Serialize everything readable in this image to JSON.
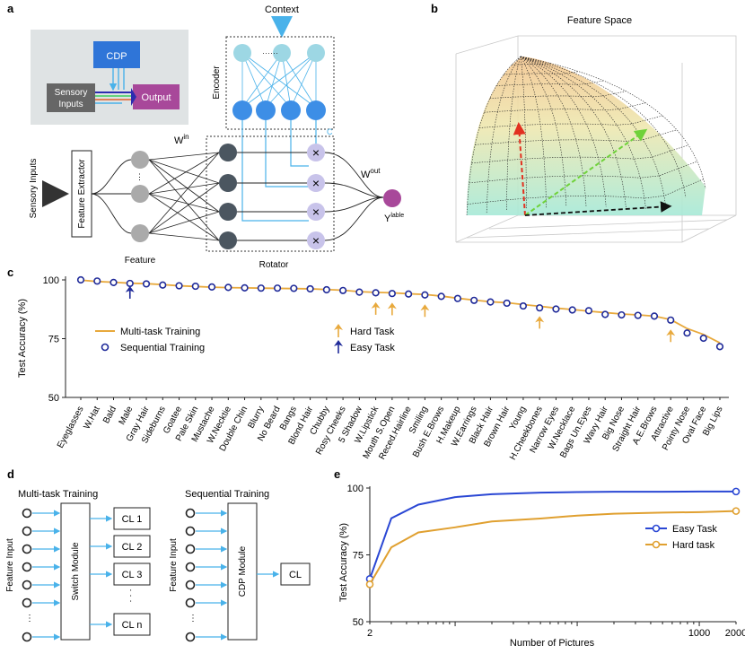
{
  "panels": {
    "a": {
      "letter": "a",
      "inset": {
        "cdp": "CDP",
        "sensory_line1": "Sensory",
        "sensory_line2": "Inputs",
        "output": "Output"
      },
      "context": "Context",
      "encoder": "Encoder",
      "c_label": "C",
      "sensory_inputs": "Sensory Inputs",
      "feature_extractor": "Feature Extractor",
      "feature": "Feature",
      "rotator": "Rotator",
      "w_in": "W",
      "w_in_sup": "in",
      "w_out": "W",
      "w_out_sup": "out",
      "y_label": "Y",
      "y_sup": "lable"
    },
    "b": {
      "letter": "b",
      "title": "Feature Space"
    },
    "c": {
      "letter": "c",
      "ylabel": "Test Accuracy (%)",
      "legend": {
        "multi": "Multi-task Training",
        "sequential": "Sequential Training",
        "hard": "Hard Task",
        "easy": "Easy Task"
      }
    },
    "d": {
      "letter": "d",
      "multi_title": "Multi-task Training",
      "seq_title": "Sequential Training",
      "feature_input": "Feature Input",
      "switch_module": "Switch Module",
      "cdp_module": "CDP Module",
      "cl_items": [
        "CL 1",
        "CL 2",
        "CL 3",
        "CL n"
      ],
      "dots": "·  ·  ·",
      "cl_single": "CL"
    },
    "e": {
      "letter": "e"
    }
  },
  "chart_data": [
    {
      "panel": "c",
      "type": "line",
      "ylabel": "Test Accuracy (%)",
      "ylim": [
        50,
        100
      ],
      "yticks": [
        50,
        75,
        100
      ],
      "categories": [
        "Eyeglasses",
        "W.Hat",
        "Bald",
        "Male",
        "Gray Hair",
        "Sideburns",
        "Goatee",
        "Pale Skin",
        "Mustache",
        "W.Necktie",
        "Double Chin",
        "Blurry",
        "No Beard",
        "Bangs",
        "Blond Hair",
        "Chubby",
        "Rosy Cheeks",
        "5 Shadow",
        "W.Lipstick",
        "Mouth S.Open",
        "Reced.Hairline",
        "Smiling",
        "Bush E.Brows",
        "H.Makeup",
        "W.Earrings",
        "Black Hair",
        "Brown Hair",
        "Young",
        "H.Cheekbones",
        "Narrow Eyes",
        "W.Necklace",
        "Bags Un.Eyes",
        "Wavy Hair",
        "Big Nose",
        "Straight Hair",
        "A.E.Brows",
        "Attractive",
        "Pointy Nose",
        "Oval Face",
        "Big Lips"
      ],
      "series": [
        {
          "name": "Multi-task Training",
          "color": "#e8a93c",
          "values": [
            99.9,
            99.3,
            99.0,
            98.6,
            98.4,
            98.0,
            97.5,
            97.2,
            96.9,
            96.7,
            96.6,
            96.5,
            96.4,
            96.3,
            96.2,
            95.9,
            95.6,
            95.0,
            94.7,
            94.5,
            94.1,
            93.8,
            93.1,
            92.2,
            91.4,
            90.7,
            90.3,
            89.5,
            88.8,
            88.0,
            87.4,
            86.7,
            86.1,
            85.5,
            85.1,
            84.6,
            83.1,
            79.3,
            76.8,
            73.2
          ]
        },
        {
          "name": "Sequential Training",
          "color": "#1f2a99",
          "values": [
            100.0,
            99.5,
            98.9,
            98.5,
            98.3,
            97.8,
            97.5,
            97.3,
            97.0,
            96.8,
            96.6,
            96.5,
            96.5,
            96.4,
            96.2,
            95.8,
            95.5,
            94.8,
            94.5,
            94.2,
            94.0,
            93.6,
            93.0,
            92.1,
            91.3,
            90.6,
            90.1,
            88.9,
            88.1,
            87.6,
            87.2,
            86.9,
            85.3,
            85.1,
            84.9,
            84.6,
            82.9,
            77.4,
            75.2,
            71.6
          ]
        }
      ],
      "hard_task_markers": [
        "W.Lipstick",
        "Mouth S.Open",
        "Smiling",
        "H.Cheekbones",
        "Attractive"
      ],
      "easy_task_markers": [
        "Male"
      ]
    },
    {
      "panel": "e",
      "type": "line",
      "xlabel": "Number of Pictures",
      "ylabel": "Test Accuracy (%)",
      "xscale": "log",
      "xlim": [
        2,
        2000
      ],
      "ylim": [
        50,
        100
      ],
      "yticks": [
        50,
        75,
        100
      ],
      "xticks": [
        2,
        1000,
        2000
      ],
      "x": [
        2,
        3,
        5,
        10,
        20,
        50,
        100,
        200,
        500,
        1000,
        2000
      ],
      "series": [
        {
          "name": "Easy Task",
          "color": "#2a47d4",
          "values": [
            66.0,
            88.7,
            93.8,
            96.6,
            97.7,
            98.3,
            98.5,
            98.6,
            98.6,
            98.7,
            98.7
          ]
        },
        {
          "name": "Hard task",
          "color": "#e0a030",
          "values": [
            64.0,
            77.8,
            83.4,
            85.3,
            87.5,
            88.6,
            89.7,
            90.4,
            90.8,
            91.0,
            91.4
          ]
        }
      ],
      "legend_position": "lower-right"
    }
  ]
}
